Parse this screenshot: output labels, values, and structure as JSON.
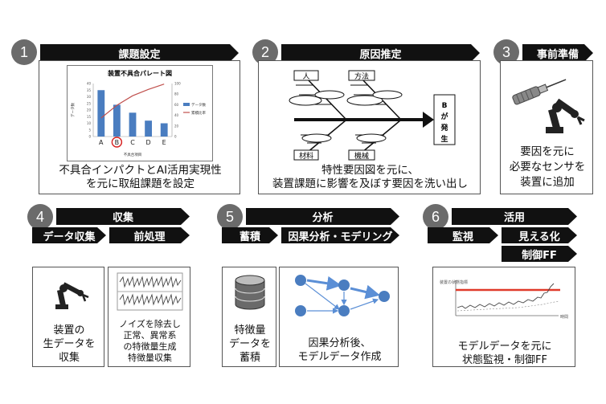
{
  "steps": [
    {
      "num": "1",
      "title": "課題設定"
    },
    {
      "num": "2",
      "title": "原因推定"
    },
    {
      "num": "3",
      "title": "事前準備"
    },
    {
      "num": "4",
      "title": "収集",
      "sub": [
        "データ収集",
        "前処理"
      ]
    },
    {
      "num": "5",
      "title": "分析",
      "sub": [
        "蓄積",
        "因果分析・モデリング"
      ]
    },
    {
      "num": "6",
      "title": "活用",
      "sub": [
        "監視",
        "見える化",
        "制御FF"
      ]
    }
  ],
  "captions": {
    "s1": [
      "不具合インパクトとAI活用実現性",
      "を元に取組課題を設定"
    ],
    "s2": [
      "特性要因図を元に、",
      "装置課題に影響を及ぼす要因を洗い出し"
    ],
    "s3": [
      "要因を元に",
      "必要なセンサを",
      "装置に追加"
    ],
    "s4a": [
      "装置の",
      "生データを",
      "収集"
    ],
    "s4b": [
      "ノイズを除去し",
      "正常、異常系",
      "の特徴量生成",
      "特徴量収集"
    ],
    "s5a": [
      "特徴量",
      "データを",
      "蓄積"
    ],
    "s5b": [
      "因果分析後、",
      "モデルデータ作成"
    ],
    "s6": [
      "モデルデータを元に",
      "状態監視・制御FF"
    ]
  },
  "fishbone": {
    "bones": [
      "人",
      "方法",
      "材料",
      "機械"
    ],
    "effect": [
      "B",
      "が",
      "発",
      "生"
    ]
  },
  "chart_data": {
    "type": "bar",
    "title": "装置不具合パレート図",
    "categories": [
      "A",
      "B",
      "C",
      "D",
      "E"
    ],
    "values": [
      35,
      24,
      18,
      12,
      10
    ],
    "cumulative": [
      35,
      59,
      77,
      89,
      99
    ],
    "ylim": [
      0,
      40
    ],
    "y2lim": [
      0,
      100
    ],
    "yticks": [
      0,
      5,
      10,
      15,
      20,
      25,
      30,
      35,
      40
    ],
    "y2ticks": [
      0,
      20,
      40,
      60,
      80,
      100
    ],
    "ylabel": "データ数",
    "xlabel": "不具合項目",
    "legend": [
      "データ数",
      "累積比率"
    ],
    "highlight": "B",
    "colors": {
      "bar": "#4a7dc0",
      "line": "#c0504d"
    }
  },
  "monitor": {
    "ylabel": "装置の状態指標",
    "xlabel": "時間"
  },
  "colors": {
    "arrow": "#111111",
    "circle": "#6b6b6b",
    "threshold": "#e03a2a",
    "highlight": "#d62020"
  }
}
